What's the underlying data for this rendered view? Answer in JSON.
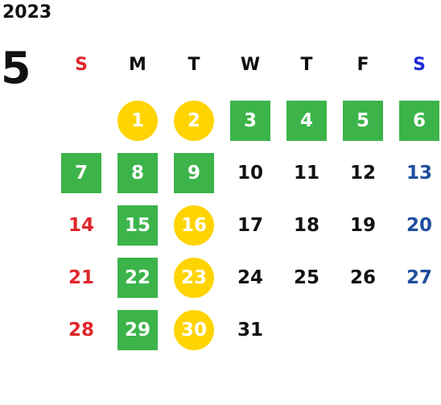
{
  "calendar": {
    "year": "2023",
    "month": "5",
    "weekday_headers": [
      {
        "label": "S",
        "color": "#e0262b"
      },
      {
        "label": "M",
        "color": "#111111"
      },
      {
        "label": "T",
        "color": "#111111"
      },
      {
        "label": "W",
        "color": "#111111"
      },
      {
        "label": "T",
        "color": "#111111"
      },
      {
        "label": "F",
        "color": "#111111"
      },
      {
        "label": "S",
        "color": "#1f2ad6"
      }
    ],
    "first_weekday_index": 1,
    "days": [
      {
        "d": "1",
        "style": "yellow"
      },
      {
        "d": "2",
        "style": "yellow"
      },
      {
        "d": "3",
        "style": "green"
      },
      {
        "d": "4",
        "style": "green"
      },
      {
        "d": "5",
        "style": "green"
      },
      {
        "d": "6",
        "style": "green"
      },
      {
        "d": "7",
        "style": "green"
      },
      {
        "d": "8",
        "style": "green"
      },
      {
        "d": "9",
        "style": "green"
      },
      {
        "d": "10",
        "style": "plain"
      },
      {
        "d": "11",
        "style": "plain"
      },
      {
        "d": "12",
        "style": "plain"
      },
      {
        "d": "13",
        "style": "sat"
      },
      {
        "d": "14",
        "style": "sun"
      },
      {
        "d": "15",
        "style": "green"
      },
      {
        "d": "16",
        "style": "yellow"
      },
      {
        "d": "17",
        "style": "plain"
      },
      {
        "d": "18",
        "style": "plain"
      },
      {
        "d": "19",
        "style": "plain"
      },
      {
        "d": "20",
        "style": "sat"
      },
      {
        "d": "21",
        "style": "sun"
      },
      {
        "d": "22",
        "style": "green"
      },
      {
        "d": "23",
        "style": "yellow"
      },
      {
        "d": "24",
        "style": "plain"
      },
      {
        "d": "25",
        "style": "plain"
      },
      {
        "d": "26",
        "style": "plain"
      },
      {
        "d": "27",
        "style": "sat"
      },
      {
        "d": "28",
        "style": "sun"
      },
      {
        "d": "29",
        "style": "green"
      },
      {
        "d": "30",
        "style": "yellow"
      },
      {
        "d": "31",
        "style": "plain"
      }
    ],
    "colors": {
      "green": "#3cb44a",
      "yellow": "#ffd400",
      "sunday_text": "#e0262b",
      "saturday_text": "#1f4e9e"
    }
  }
}
